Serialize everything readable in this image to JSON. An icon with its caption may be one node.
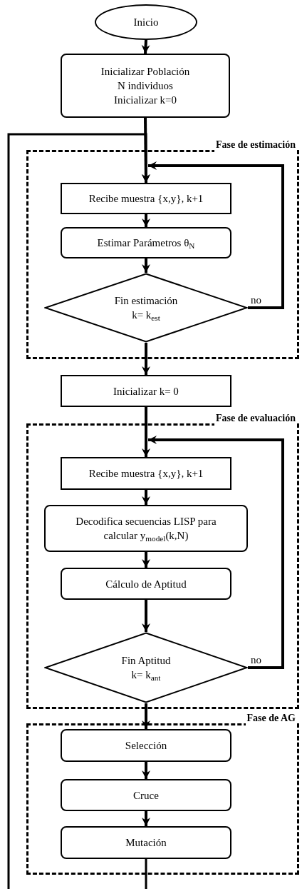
{
  "diagram": {
    "nodes": [
      {
        "text": [
          "Inicio"
        ]
      },
      {
        "text": [
          "Inicializar Población",
          "N individuos",
          "Inicializar k=0"
        ]
      },
      {
        "text": [
          "Fase de estimación"
        ]
      },
      {
        "text": [
          "Recibe muestra {x,y}, k+1"
        ],
        "in": 2
      },
      {
        "text": [
          "Estimar Parámetros θ$_{N}$"
        ],
        "in": 2
      },
      {
        "text": [
          "Fin estimación",
          "k= k$_{est}$"
        ],
        "in": 2
      },
      {
        "text": [
          "Inicializar k= 0"
        ]
      },
      {
        "text": [
          "Fase de evaluación"
        ]
      },
      {
        "text": [
          "Recibe muestra {x,y}, k+1"
        ],
        "in": 7
      },
      {
        "text": [
          "Decodifica secuencias LISP para calcular y$_{model}$(k,N)"
        ],
        "in": 7
      },
      {
        "text": [
          "Cálculo de Aptitud"
        ],
        "in": 7
      },
      {
        "text": [
          "Fin Aptitud",
          "k= k$_{ant}$"
        ],
        "in": 7
      },
      {
        "text": [
          "Fase de AG"
        ]
      },
      {
        "text": [
          "Selección"
        ],
        "in": 12
      },
      {
        "text": [
          "Cruce"
        ],
        "in": 12
      },
      {
        "text": [
          "Mutación"
        ],
        "in": 12
      }
    ],
    "edges": [
      {
        "from": 0,
        "to": 1,
        "arrow": "to"
      },
      {
        "from": 1,
        "to": 3,
        "arrow": "to"
      },
      {
        "from": 3,
        "to": 4,
        "arrow": "to"
      },
      {
        "from": 4,
        "to": 5,
        "arrow": "to"
      },
      {
        "from": 5,
        "to": 3,
        "arrow": "to",
        "label": "no"
      },
      {
        "from": 5,
        "to": 6,
        "arrow": "to"
      },
      {
        "from": 6,
        "to": 8,
        "arrow": "to"
      },
      {
        "from": 8,
        "to": 9,
        "arrow": "to"
      },
      {
        "from": 9,
        "to": 10,
        "arrow": "to"
      },
      {
        "from": 10,
        "to": 11,
        "arrow": "to"
      },
      {
        "from": 11,
        "to": 8,
        "arrow": "to",
        "label": "no"
      },
      {
        "from": 11,
        "to": 13,
        "arrow": "to"
      },
      {
        "from": 13,
        "to": 14,
        "arrow": "to"
      },
      {
        "from": 14,
        "to": 15,
        "arrow": "to"
      },
      {
        "from": 15,
        "to": 3,
        "arrow": "to"
      }
    ]
  }
}
